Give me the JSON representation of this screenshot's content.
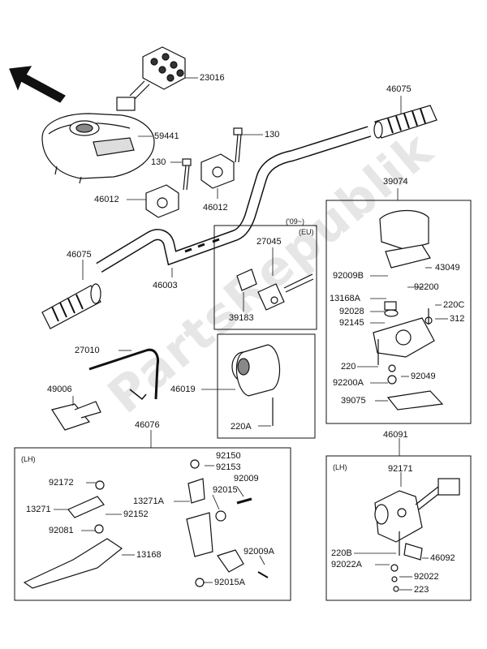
{
  "watermark": "PartsRepublik",
  "labels": {
    "p23016": "23016",
    "p59441": "59441",
    "p130a": "130",
    "p130b": "130",
    "p46075a": "46075",
    "p46075b": "46075",
    "p46012a": "46012",
    "p46012b": "46012",
    "p39074": "39074",
    "p46003": "46003",
    "p27045": "27045",
    "variant": "('09~)",
    "region": "(EU)",
    "p43049": "43049",
    "p92009B": "92009B",
    "p92200": "92200",
    "p13168A": "13168A",
    "p220C": "220C",
    "p92028": "92028",
    "p312": "312",
    "p92145": "92145",
    "p39183": "39183",
    "p27010": "27010",
    "p220": "220",
    "p92049": "92049",
    "p92200A": "92200A",
    "p49006": "49006",
    "p46019": "46019",
    "p39075": "39075",
    "p220A": "220A",
    "p46076": "46076",
    "p46091": "46091",
    "lh1": "(LH)",
    "lh2": "(LH)",
    "p92150": "92150",
    "p92153": "92153",
    "p92172": "92172",
    "p92009": "92009",
    "p13271A": "13271A",
    "p92015": "92015",
    "p13271": "13271",
    "p92152": "92152",
    "p92081": "92081",
    "p13168": "13168",
    "p92009A": "92009A",
    "p92015A": "92015A",
    "p92171": "92171",
    "p220B": "220B",
    "p92092": "46092",
    "p92022A": "92022A",
    "p92022": "92022",
    "p223": "223"
  }
}
